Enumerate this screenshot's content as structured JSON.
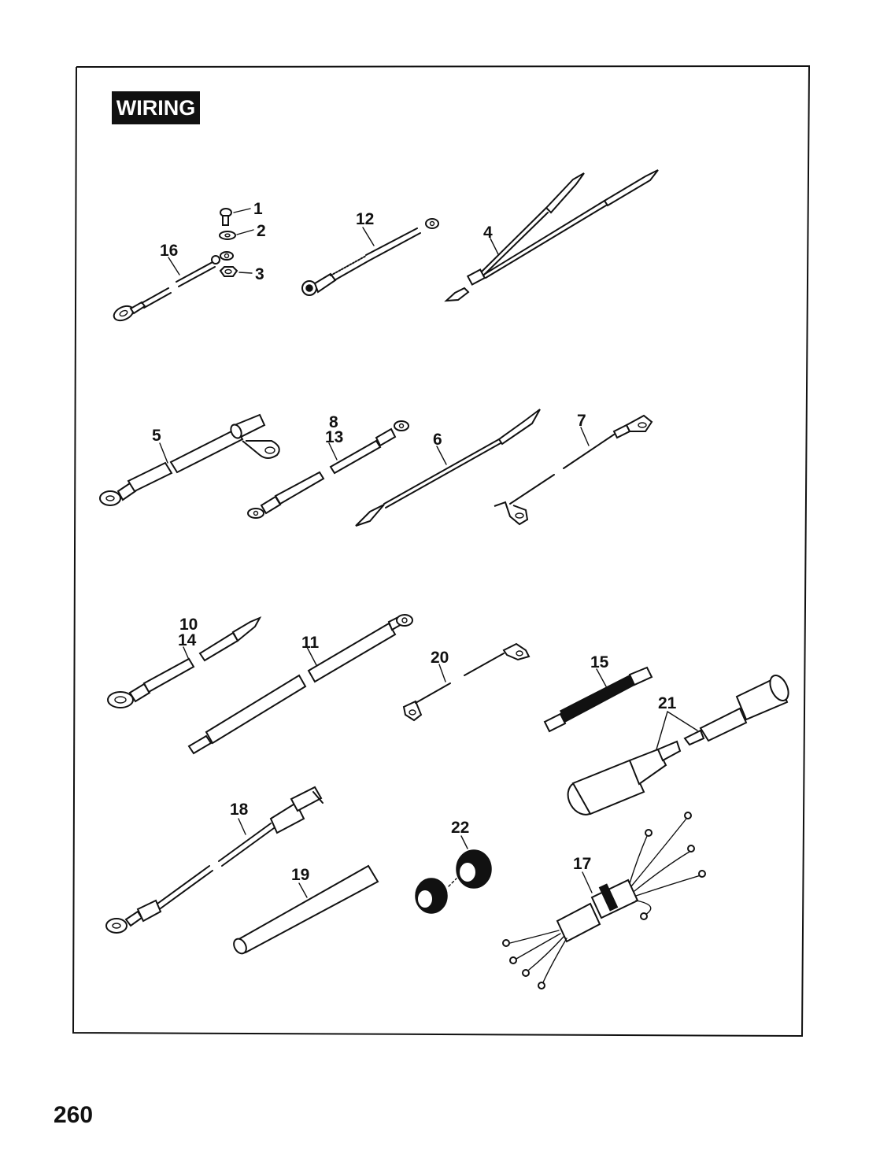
{
  "header": {
    "section_label": "WIRING"
  },
  "footer": {
    "page_number": "260"
  },
  "callouts": {
    "c1": "1",
    "c2": "2",
    "c3": "3",
    "c4": "4",
    "c5": "5",
    "c6": "6",
    "c7": "7",
    "c8": "8",
    "c13": "13",
    "c10": "10",
    "c14": "14",
    "c11": "11",
    "c12": "12",
    "c15": "15",
    "c16": "16",
    "c17": "17",
    "c18": "18",
    "c19": "19",
    "c20": "20",
    "c21": "21",
    "c22": "22"
  }
}
